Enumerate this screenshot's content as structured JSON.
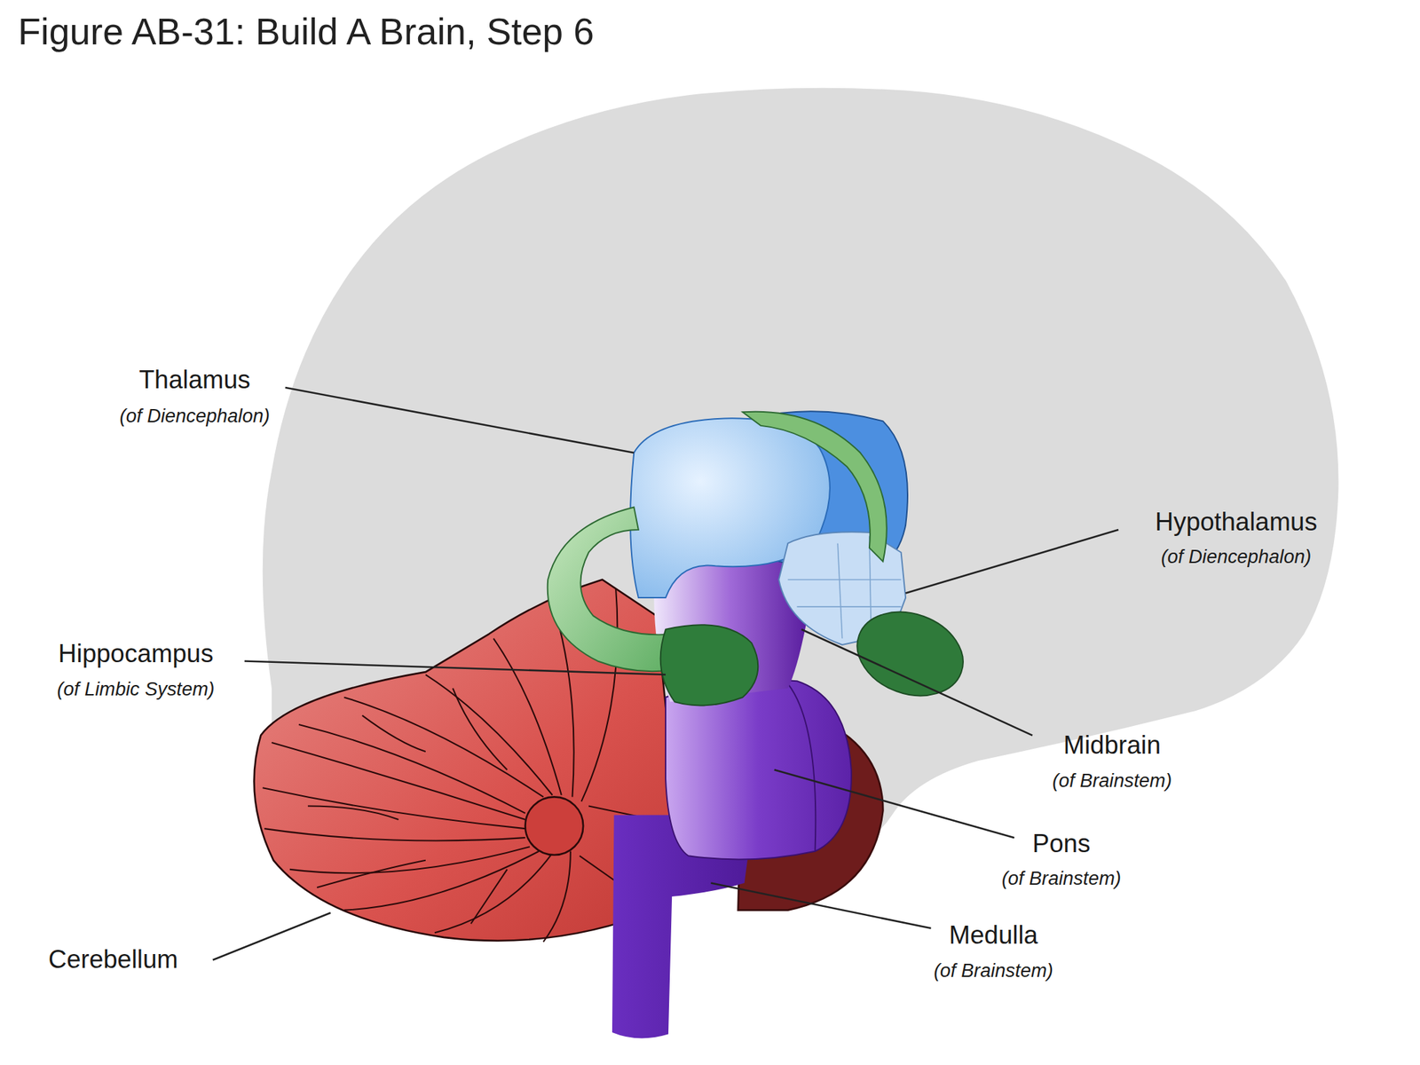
{
  "diagram": {
    "title": "Figure AB-31: Build A Brain, Step 6",
    "labels": [
      "Thalamus",
      "(of Diencephalon)",
      "Hypothalamus",
      "(of Diencephalon)",
      "Hippocampus",
      "(of Limbic System)",
      "Midbrain",
      "(of Brainstem)",
      "Pons",
      "(of Brainstem)",
      "Medulla",
      "(of Brainstem)",
      "Cerebellum"
    ]
  }
}
